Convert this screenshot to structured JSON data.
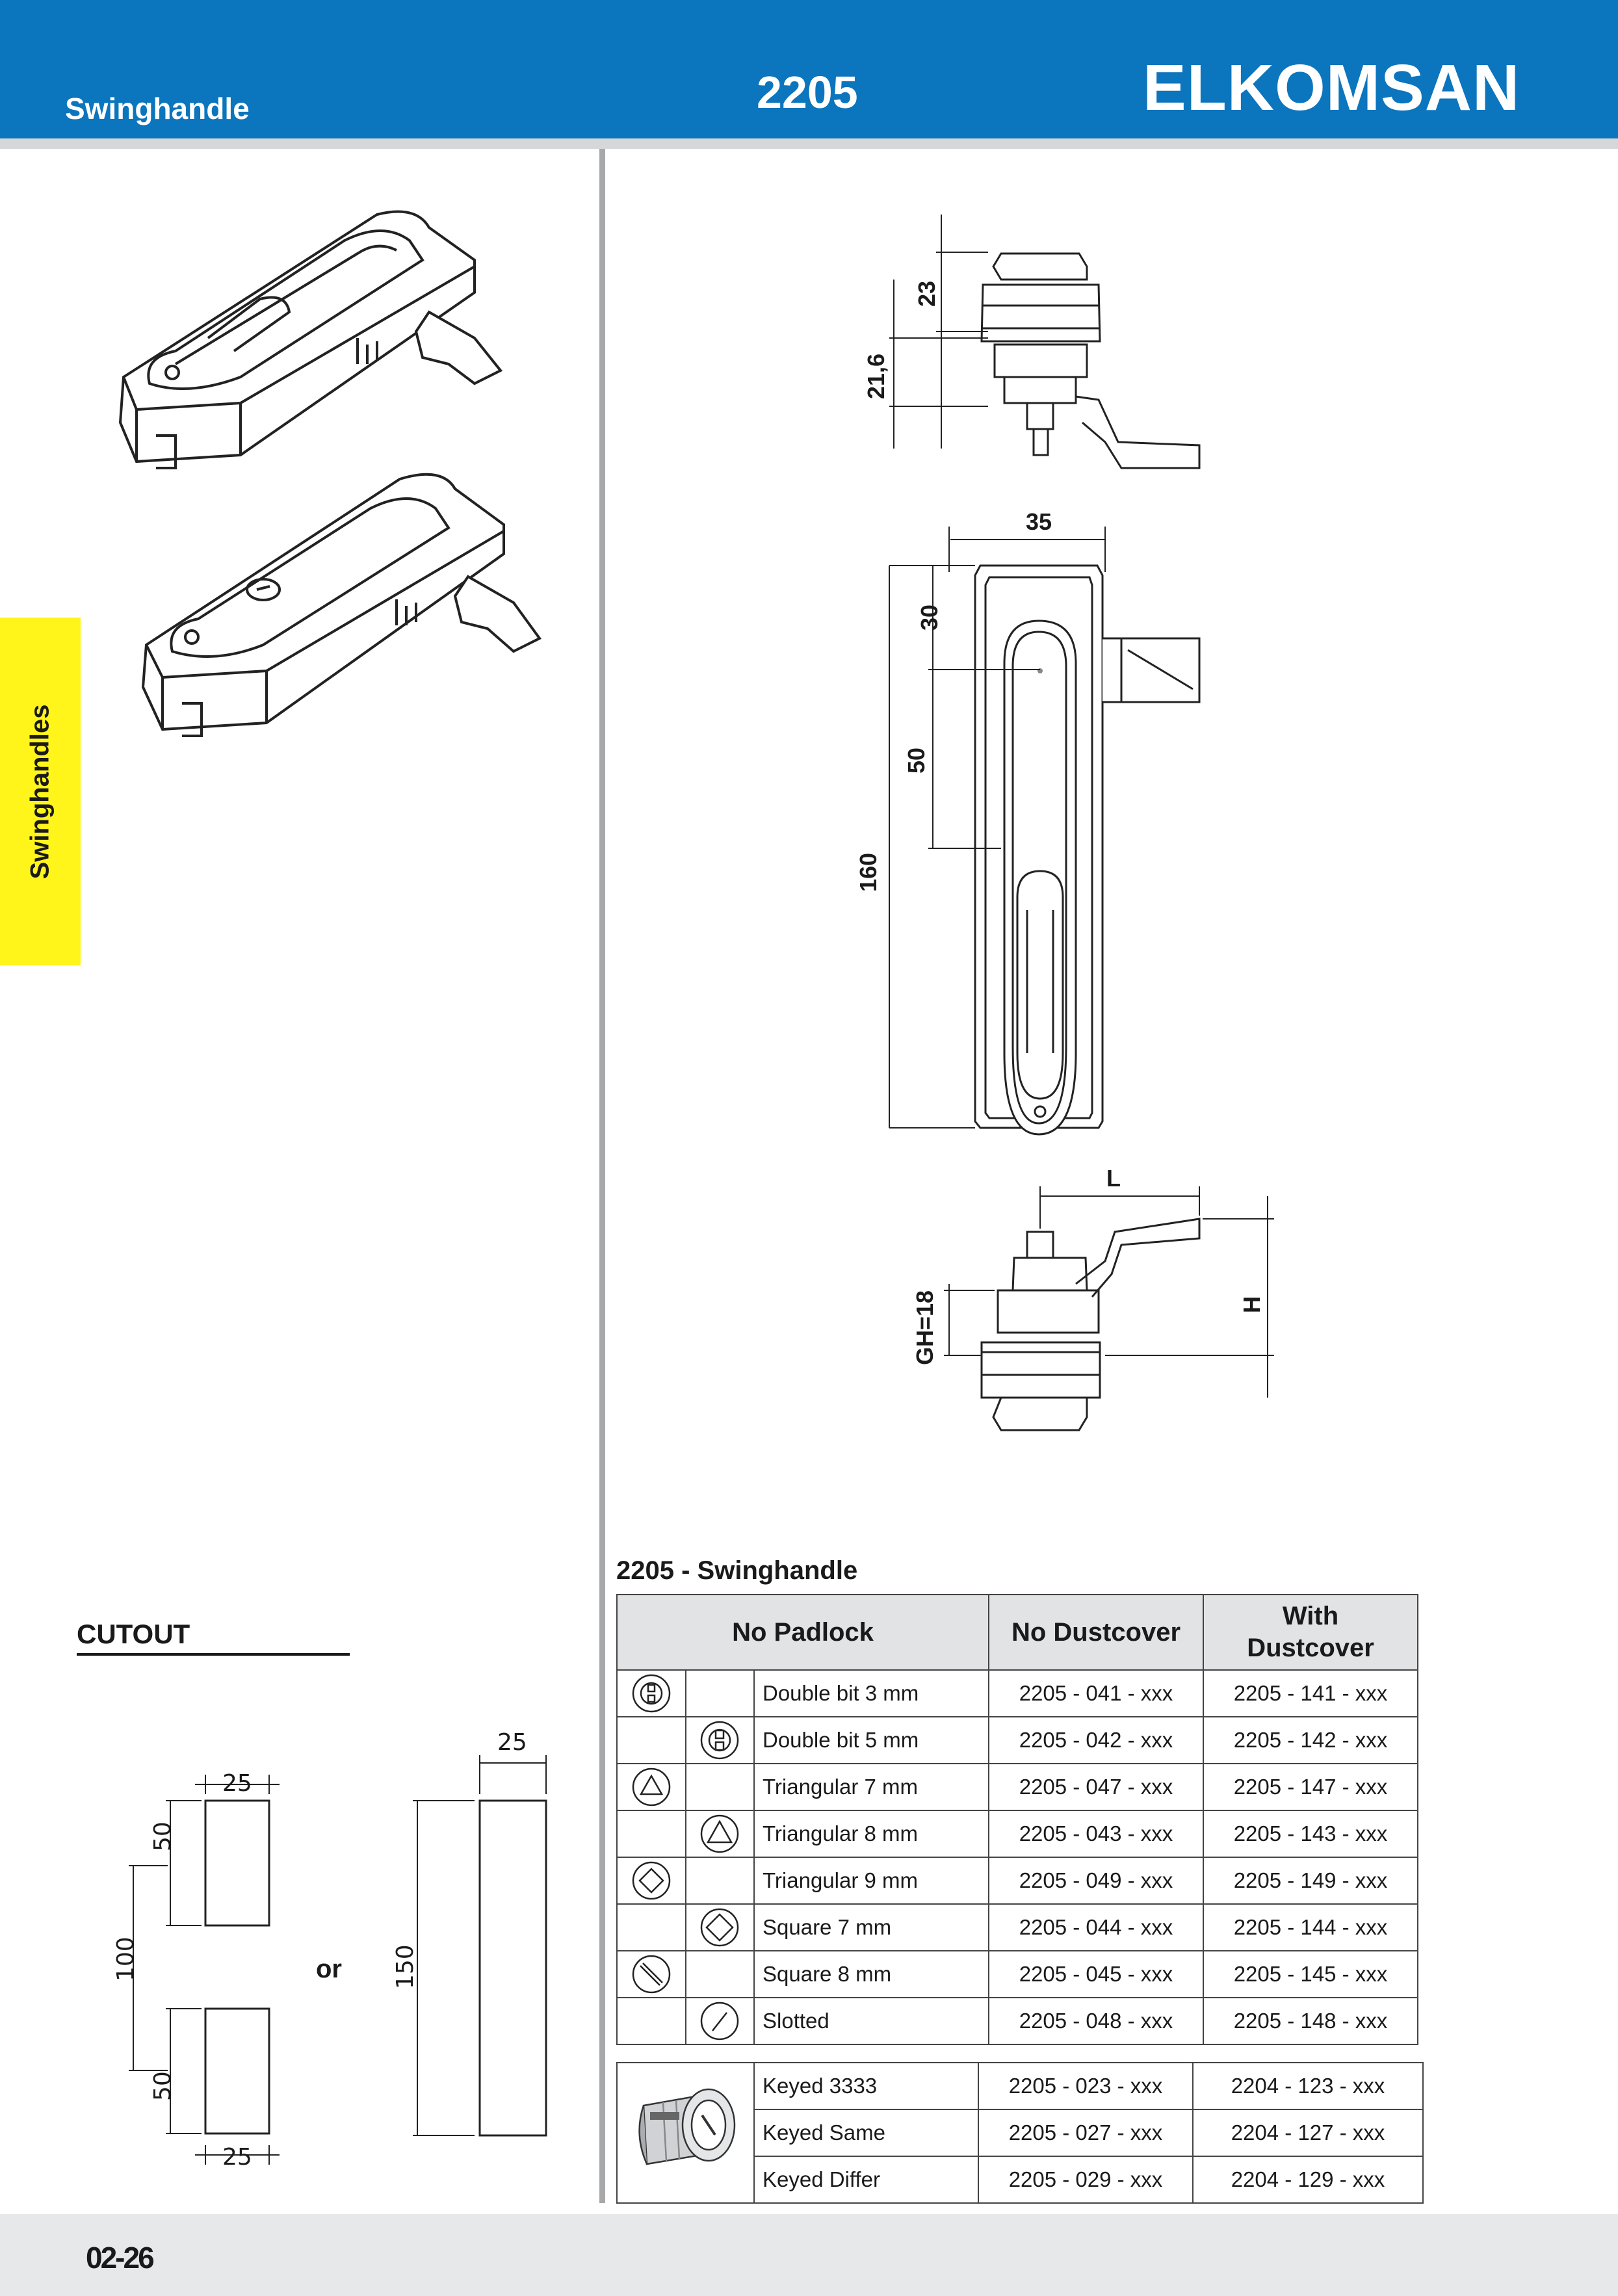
{
  "header": {
    "subtitle": "Swinghandle",
    "model": "2205",
    "brand": "ELKOMSAN"
  },
  "side_tab": "Swinghandles",
  "footer": {
    "page_number": "02-26"
  },
  "drawing_dims": {
    "d23": "23",
    "d216": "21,6",
    "d35": "35",
    "d30": "30",
    "d50": "50",
    "d160": "160",
    "dL": "L",
    "dH": "H",
    "dGH": "GH=18"
  },
  "cutout": {
    "title": "CUTOUT",
    "w25a": "25",
    "w25b": "25",
    "w25c": "25",
    "h50a": "50",
    "h50b": "50",
    "h100": "100",
    "h150": "150",
    "or": "or"
  },
  "table": {
    "title": "2205 - Swinghandle",
    "headers": {
      "padlock": "No Padlock",
      "no_dust": "No Dustcover",
      "with_dust_1": "With",
      "with_dust_2": "Dustcover"
    },
    "rows": [
      {
        "label": "Double bit 3 mm",
        "no_dust": "2205 - 041 - xxx",
        "with_dust": "2205 - 141 - xxx",
        "icon": "double-bit-icon",
        "col": 0
      },
      {
        "label": "Double bit 5 mm",
        "no_dust": "2205 - 042 - xxx",
        "with_dust": "2205 - 142 - xxx",
        "icon": "double-bit-icon",
        "col": 1
      },
      {
        "label": "Triangular 7 mm",
        "no_dust": "2205 - 047 - xxx",
        "with_dust": "2205 - 147 - xxx",
        "icon": "triangle-icon",
        "col": 0
      },
      {
        "label": "Triangular 8 mm",
        "no_dust": "2205 - 043 - xxx",
        "with_dust": "2205 - 143 - xxx",
        "icon": "triangle-icon",
        "col": 1
      },
      {
        "label": "Triangular 9 mm",
        "no_dust": "2205 - 049 - xxx",
        "with_dust": "2205 - 149 - xxx",
        "icon": "square-icon",
        "col": 0
      },
      {
        "label": "Square 7 mm",
        "no_dust": "2205 - 044 - xxx",
        "with_dust": "2205 - 144 - xxx",
        "icon": "square-icon",
        "col": 1
      },
      {
        "label": "Square 8 mm",
        "no_dust": "2205 - 045 - xxx",
        "with_dust": "2205 - 145 - xxx",
        "icon": "slotted-icon",
        "col": 0
      },
      {
        "label": "Slotted",
        "no_dust": "2205 - 048 - xxx",
        "with_dust": "2205 - 148 - xxx",
        "icon": "slotted-icon",
        "col": 1
      }
    ],
    "keyed_rows": [
      {
        "label": "Keyed 3333",
        "no_dust": "2205 - 023 - xxx",
        "with_dust": "2204 - 123 - xxx"
      },
      {
        "label": "Keyed Same",
        "no_dust": "2205 - 027 - xxx",
        "with_dust": "2204 - 127 - xxx"
      },
      {
        "label": "Keyed Differ",
        "no_dust": "2205 - 029 - xxx",
        "with_dust": "2204 - 129 - xxx"
      }
    ]
  },
  "colors": {
    "header_blue": "#0b75bd",
    "tab_yellow": "#fff51a",
    "divider_gray": "#a7a8aa"
  }
}
